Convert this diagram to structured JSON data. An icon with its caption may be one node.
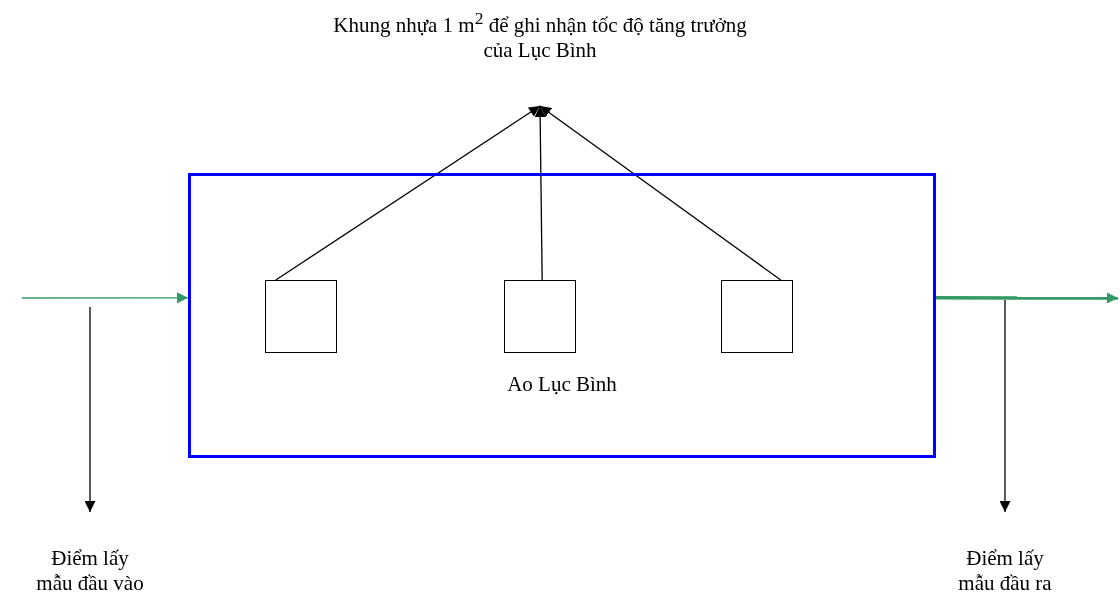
{
  "diagram": {
    "nodes": [
      {
        "text": [
          "Khung nhựa 1 m$^{2}$ để ghi nhận tốc độ tăng trưởng của Lục Bình"
        ]
      },
      {
        "text": [
          "Ao Lục Bình"
        ]
      },
      {
        "text": [],
        "shape": "box",
        "in": 1
      },
      {
        "text": [],
        "shape": "box",
        "in": 1
      },
      {
        "text": [],
        "shape": "box",
        "in": 1
      },
      {
        "text": [
          "Điểm lấy mẫu đầu vào"
        ]
      },
      {
        "text": [
          "Điểm lấy mẫu đầu ra"
        ]
      }
    ],
    "edges": [
      {
        "from": 2,
        "to": 0,
        "arrow": "to"
      },
      {
        "from": 3,
        "to": 0,
        "arrow": "to"
      },
      {
        "from": 4,
        "to": 0,
        "arrow": "to"
      },
      {
        "from": null,
        "to": 1,
        "arrow": "to",
        "color": "#339966"
      },
      {
        "from": 1,
        "to": null,
        "arrow": "to",
        "color": "#339966",
        "style": "thick"
      },
      {
        "from": null,
        "to": 5,
        "arrow": "to"
      },
      {
        "from": null,
        "to": 6,
        "arrow": "to"
      }
    ]
  }
}
